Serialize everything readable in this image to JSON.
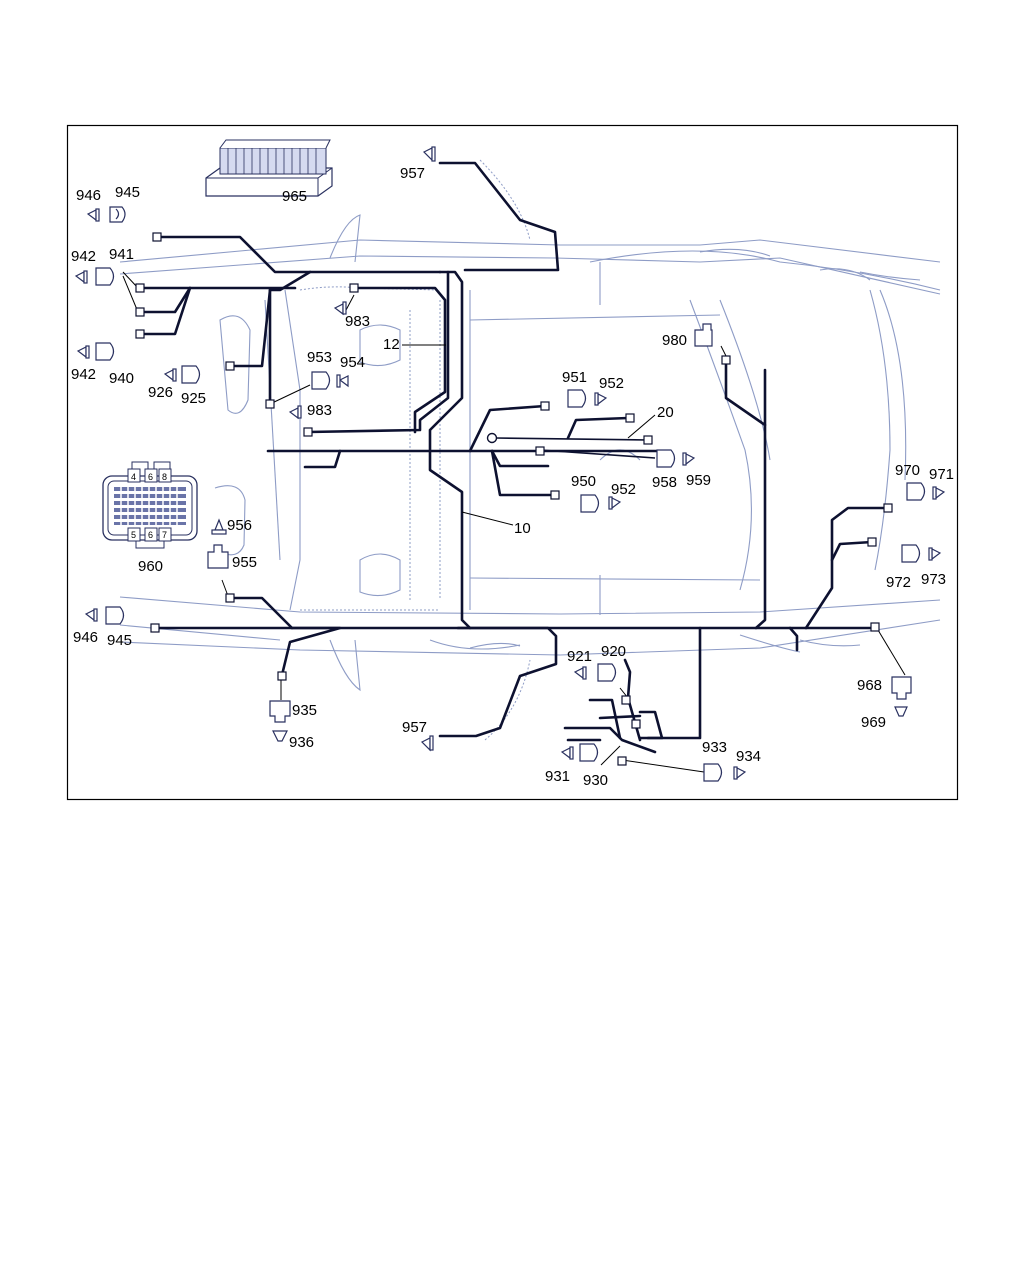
{
  "diagram": {
    "callouts": {
      "c965": "965",
      "c957_top": "957",
      "c946_top": "946",
      "c945_top": "945",
      "c942_a": "942",
      "c941": "941",
      "c942_b": "942",
      "c940": "940",
      "c926": "926",
      "c925": "925",
      "c983_a": "983",
      "c953": "953",
      "c954": "954",
      "c983_b": "983",
      "c12": "12",
      "c980": "980",
      "c951": "951",
      "c952_a": "952",
      "c20": "20",
      "c958": "958",
      "c959": "959",
      "c950": "950",
      "c952_b": "952",
      "c10": "10",
      "c970": "970",
      "c971": "971",
      "c972": "972",
      "c973": "973",
      "c956": "956",
      "c955": "955",
      "c960": "960",
      "c946_bot": "946",
      "c945_bot": "945",
      "c935": "935",
      "c936": "936",
      "c921": "921",
      "c920": "920",
      "c957_bot": "957",
      "c933": "933",
      "c934": "934",
      "c931": "931",
      "c930": "930",
      "c968": "968",
      "c969": "969"
    },
    "fuse_box_labels": {
      "top_left": "4",
      "top_mid": "6",
      "top_right": "8",
      "bot_left": "5",
      "bot_mid": "6",
      "bot_right": "7"
    }
  }
}
